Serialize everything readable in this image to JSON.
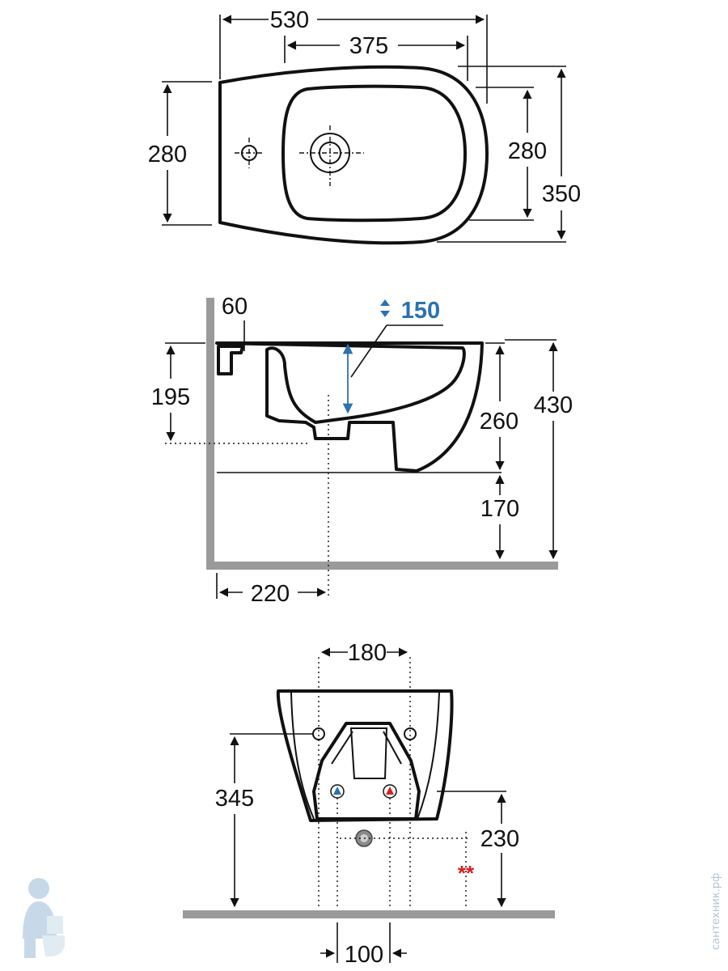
{
  "top_view": {
    "width_530": "530",
    "width_375": "375",
    "height_280_left": "280",
    "height_280_right": "280",
    "height_350": "350"
  },
  "side_view": {
    "wall_gap_60": "60",
    "depth_150": "150",
    "height_195": "195",
    "height_260": "260",
    "height_430": "430",
    "height_170": "170",
    "drain_220": "220"
  },
  "rear_view": {
    "width_180": "180",
    "height_345": "345",
    "height_230": "230",
    "stars": "**",
    "width_100": "100"
  },
  "watermark": {
    "text": "сантехник.рф"
  },
  "colors": {
    "line": "#111111",
    "accent_blue": "#2a72b0",
    "accent_red": "#d42020",
    "floor_gray": "#9a9a9a"
  }
}
